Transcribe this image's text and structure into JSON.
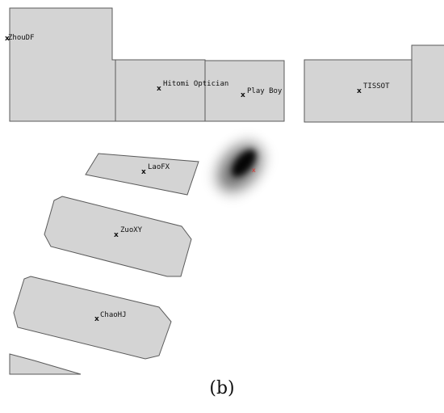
{
  "map": {
    "stores": [
      {
        "name": "ZhouDF"
      },
      {
        "name": "Hitomi Optician"
      },
      {
        "name": "Play Boy"
      },
      {
        "name": "TISSOT"
      },
      {
        "name": "LaoFX"
      },
      {
        "name": "ZuoXY"
      },
      {
        "name": "ChaoHJ"
      }
    ],
    "location_marker": "x",
    "estimate_marker": "x",
    "colors": {
      "shop_fill": "#d4d4d4",
      "shop_outline": "#5a5a5a",
      "heatmap": "#000000",
      "estimate": "#e0302a"
    }
  },
  "caption": "(b)"
}
